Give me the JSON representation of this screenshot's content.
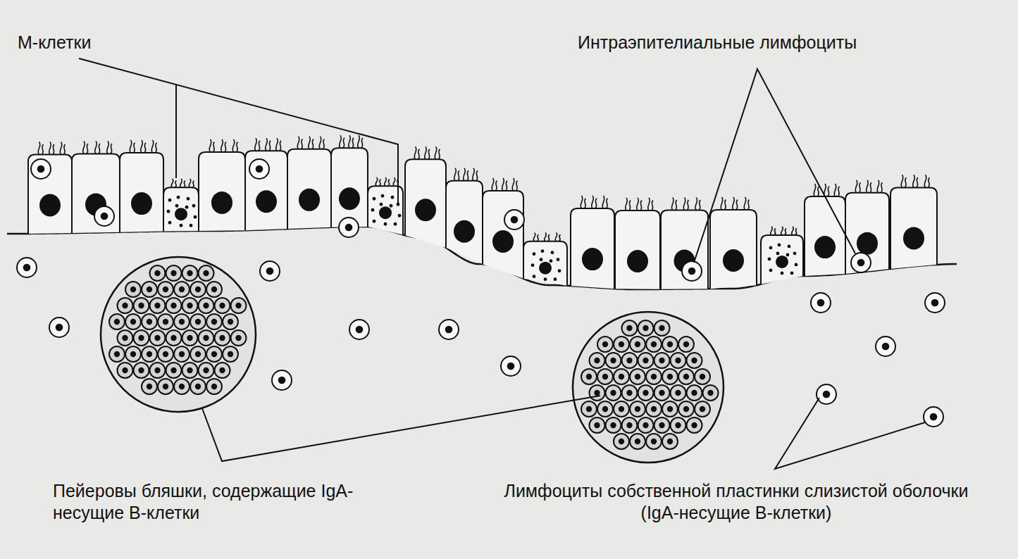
{
  "diagram": {
    "labels": [
      "М-клетки",
      "Интраэпителиальные лимфоциты",
      "Пейеровы бляшки, содержащие IgA-несущие В-клетки",
      "Лимфоциты собственной пластинки слизистой оболочки (IgA-несущие В-клетки)"
    ]
  }
}
